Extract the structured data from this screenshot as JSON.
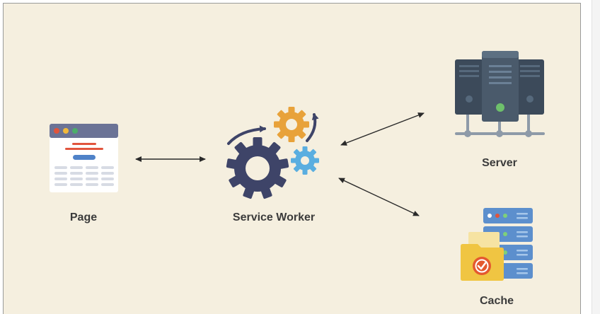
{
  "diagram": {
    "nodes": {
      "page": {
        "label": "Page"
      },
      "service_worker": {
        "label": "Service Worker"
      },
      "server": {
        "label": "Server"
      },
      "cache": {
        "label": "Cache"
      }
    },
    "connections": [
      {
        "from": "Page",
        "to": "Service Worker",
        "direction": "bidirectional"
      },
      {
        "from": "Service Worker",
        "to": "Server",
        "direction": "bidirectional"
      },
      {
        "from": "Service Worker",
        "to": "Cache",
        "direction": "bidirectional"
      }
    ]
  },
  "colors": {
    "background": "#f5efdf",
    "navy": "#3e4468",
    "orange": "#e8a23a",
    "light_blue": "#5aaee0",
    "server_dark": "#3c4a5a",
    "server_light": "#56697c",
    "cache_blue": "#5c8fcd",
    "folder_yellow": "#f0c542"
  }
}
